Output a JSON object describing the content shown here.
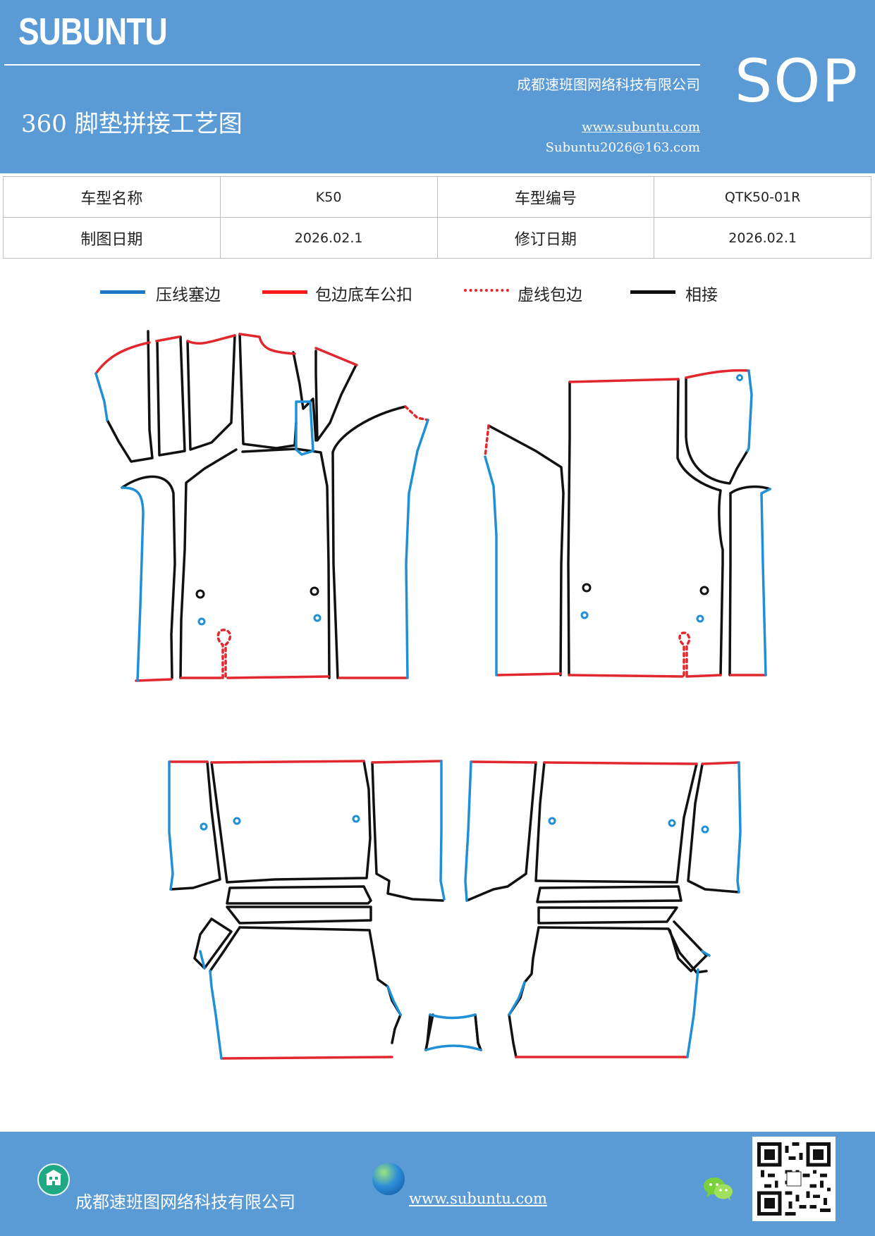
{
  "header": {
    "brand": "SUBUNTU",
    "company": "成都速班图网络科技有限公司",
    "title": "360 脚垫拼接工艺图",
    "website": "www.subuntu.com",
    "email": "Subuntu2026@163.com",
    "badge": "SOP",
    "background_color": "#5b9bd5"
  },
  "info_table": {
    "rows": [
      [
        "车型名称",
        "K50",
        "车型编号",
        "QTK50-01R"
      ],
      [
        "制图日期",
        "2026.02.1",
        "修订日期",
        "2026.02.1"
      ]
    ]
  },
  "legend": [
    {
      "label": "压线塞边",
      "style": "solid",
      "color": "#1f77c4"
    },
    {
      "label": "包边底车公扣",
      "style": "solid",
      "color": "#ff1a1a"
    },
    {
      "label": "虚线包边",
      "style": "dotted",
      "color": "#e8252b"
    },
    {
      "label": "相接",
      "style": "solid",
      "color": "#111111"
    }
  ],
  "diagram": {
    "colors": {
      "press": "#1f8fd6",
      "wrap": "#e0282e",
      "dash": "#e0282e",
      "join": "#111111"
    }
  },
  "footer": {
    "company": "成都速班图网络科技有限公司",
    "website": "www.subuntu.com",
    "icons": [
      "building-icon",
      "globe-icon",
      "wechat-icon",
      "qr-code"
    ]
  }
}
